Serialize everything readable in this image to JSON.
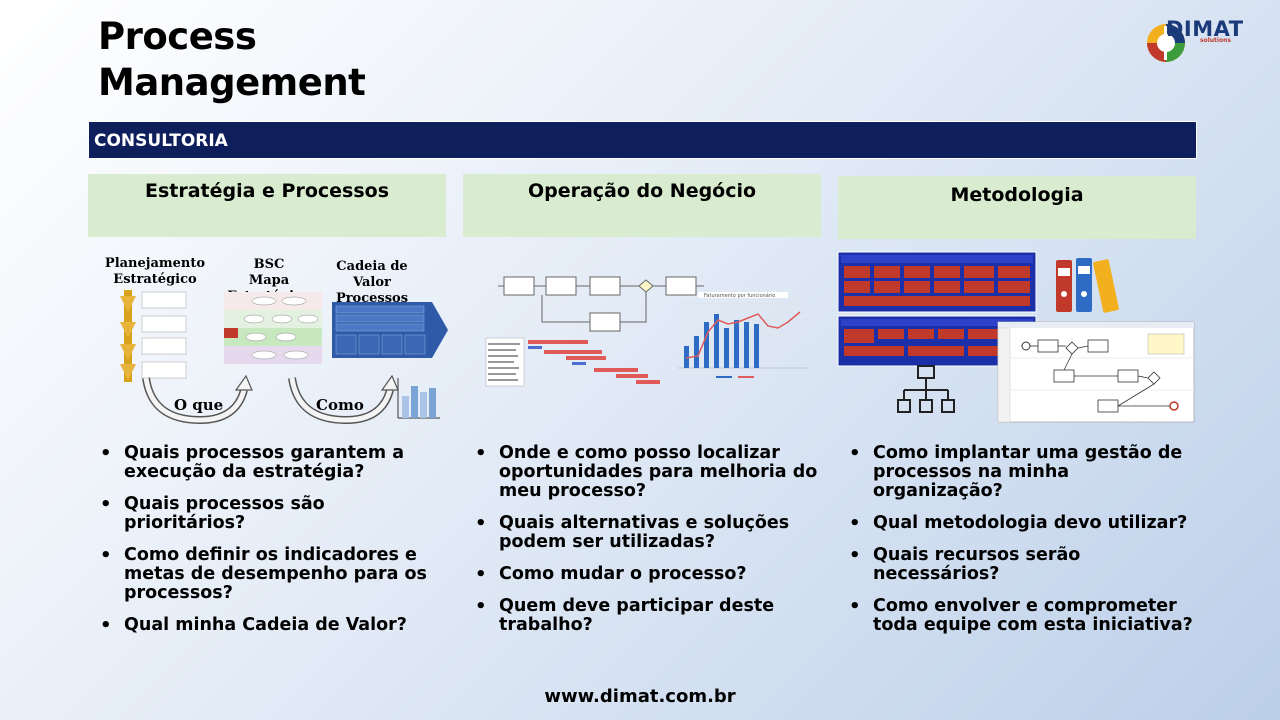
{
  "title": {
    "line1": "Process",
    "line2": "Management"
  },
  "logo": {
    "name": "DIMAT",
    "sub": "solutions"
  },
  "bar_label": "CONSULTORIA",
  "columns": [
    {
      "heading": "Estratégia e Processos",
      "questions": [
        "Quais processos garantem a execução da estratégia?",
        "Quais processos são prioritários?",
        "Como definir os indicadores e metas de desempenho para os processos?",
        "Qual minha Cadeia de Valor?"
      ]
    },
    {
      "heading": "Operação do Negócio",
      "questions": [
        "Onde e como posso localizar oportunidades para melhoria do meu processo?",
        "Quais alternativas e soluções podem ser utilizadas?",
        "Como mudar o processo?",
        "Quem deve participar deste trabalho?"
      ]
    },
    {
      "heading": "Metodologia",
      "questions": [
        "Como implantar uma gestão de processos na minha organização?",
        "Qual metodologia devo utilizar?",
        "Quais recursos serão necessários?",
        "Como envolver e comprometer toda equipe com esta iniciativa?"
      ]
    }
  ],
  "strategy_images": {
    "label1": "Planejamento\nEstratégico",
    "label2": "BSC\nMapa Estratégico",
    "label3": "Cadeia de Valor\nProcessos",
    "arc1": "O que",
    "arc2": "Como"
  },
  "footer": "www.dimat.com.br",
  "colors": {
    "bar": "#0f1f5c",
    "heading_bg": "#d9ecd0",
    "accent_blue": "#2e5aa8"
  }
}
